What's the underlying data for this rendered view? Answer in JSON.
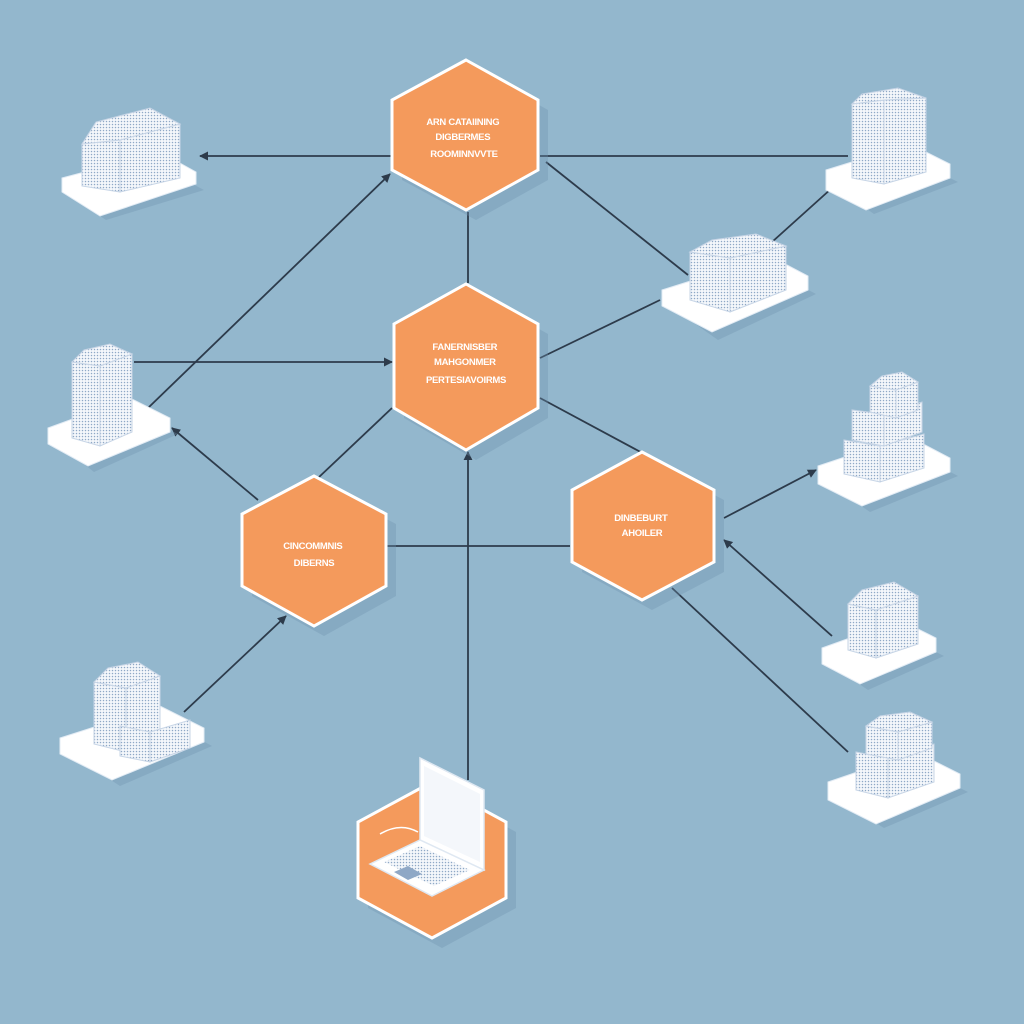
{
  "diagram": {
    "background_color": "#93b7cd",
    "hub_color": "#f49a5c",
    "hub_stroke": "#ffffff",
    "line_color": "#2d3b4b",
    "device_icon": "server-rack-icon",
    "terminal_icon": "laptop-icon"
  },
  "hubs": [
    {
      "id": "top",
      "lines": [
        "ARN CATAIINING",
        "DIGBERMES",
        "ROOMINNVVTE"
      ]
    },
    {
      "id": "center",
      "lines": [
        "FANERNISBER",
        "MAHGONMER",
        "PERTESIAVOIRMS"
      ]
    },
    {
      "id": "left",
      "lines": [
        "CINCOMMNIS",
        "DIBERNS"
      ]
    },
    {
      "id": "right",
      "lines": [
        "DINBEBURT",
        "AHOILER"
      ]
    }
  ],
  "devices": [
    {
      "id": "server-top-left",
      "icon": "server-rack-icon"
    },
    {
      "id": "server-top-right",
      "icon": "server-rack-icon"
    },
    {
      "id": "server-mid-right",
      "icon": "server-rack-icon"
    },
    {
      "id": "server-left",
      "icon": "server-rack-icon"
    },
    {
      "id": "server-right-stack",
      "icon": "server-rack-icon"
    },
    {
      "id": "server-right-lower",
      "icon": "server-rack-icon"
    },
    {
      "id": "server-bottom-left",
      "icon": "server-rack-icon"
    },
    {
      "id": "server-bottom-right",
      "icon": "server-rack-icon"
    },
    {
      "id": "laptop-terminal",
      "icon": "laptop-icon"
    }
  ]
}
